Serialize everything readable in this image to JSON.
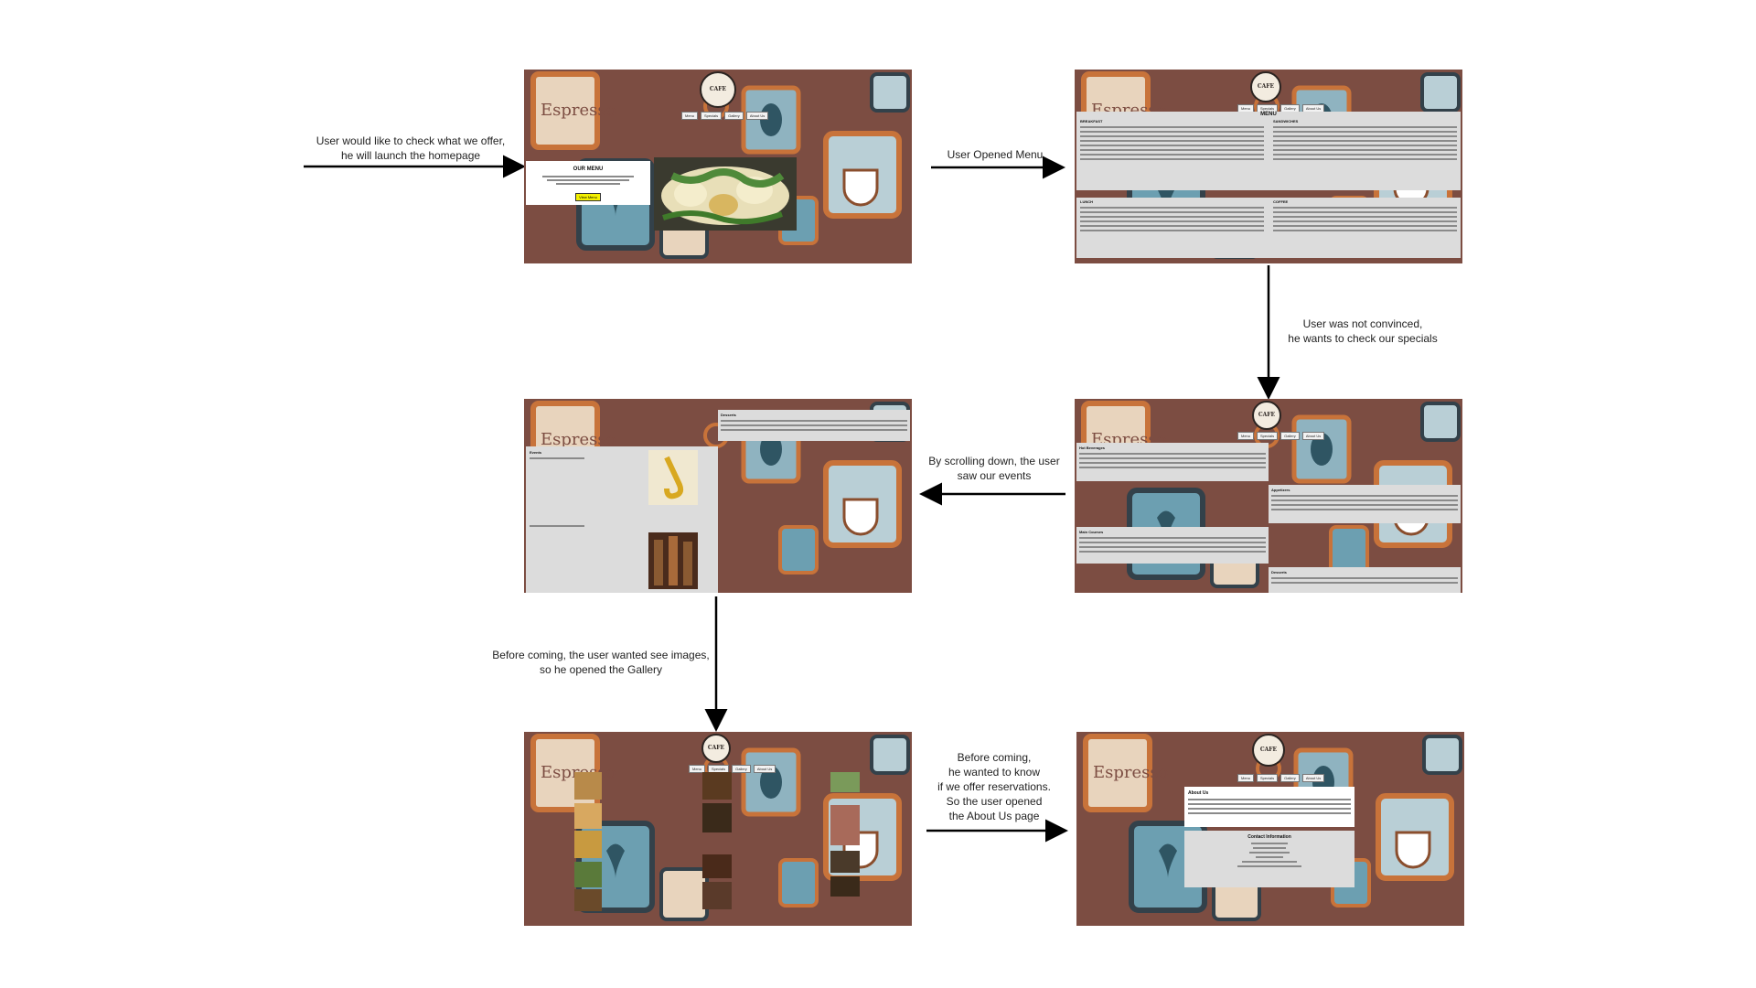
{
  "steps": [
    {
      "text": "User would like to check what we offer,\nhe will launch the homepage"
    },
    {
      "text": "User Opened Menu"
    },
    {
      "text": "User was not convinced,\nhe wants to check our specials"
    },
    {
      "text": "By scrolling down, the user\nsaw our events"
    },
    {
      "text": "Before coming, the user wanted see images,\nso he opened the Gallery"
    },
    {
      "text": "Before coming,\nhe wanted to know\nif we offer reservations.\nSo the user opened\nthe About Us page"
    }
  ],
  "screens": {
    "homepage": {
      "panel_title": "OUR MENU",
      "button_label": "View Menu",
      "nav": [
        "Menu",
        "Specials",
        "Gallery",
        "About Us"
      ]
    },
    "menu": {
      "title": "MENU",
      "sections": [
        "BREAKFAST",
        "SANDWICHES",
        "LUNCH",
        "COFFEE"
      ]
    },
    "specials": {
      "sections": [
        "Hot Beverages",
        "Appetizers",
        "Main Courses",
        "Desserts"
      ]
    },
    "events": {
      "sections": [
        "Events",
        "Desserts"
      ]
    },
    "about": {
      "about_title": "About Us",
      "contact_title": "Contact Information"
    }
  },
  "colors": {
    "background": "#7c4d42",
    "arrow": "#000000",
    "panel": "#dcdcdc"
  }
}
